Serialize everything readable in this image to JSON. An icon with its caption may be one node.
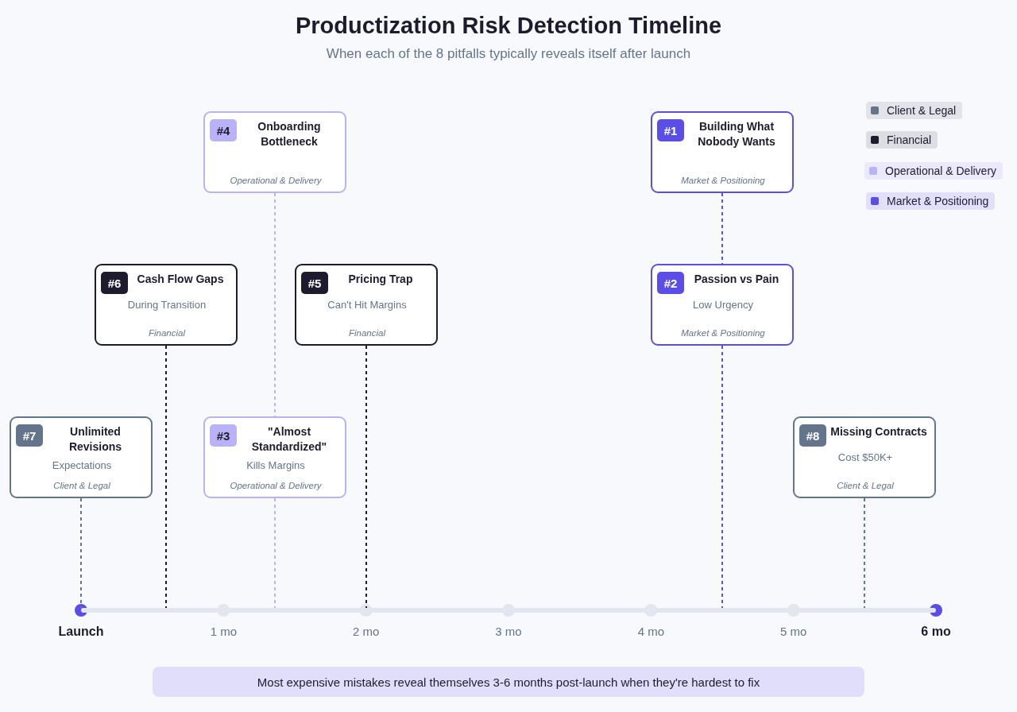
{
  "diagram": {
    "title": "Productization Risk Detection Timeline",
    "nodes": [
      {
        "text": [
          "#4",
          "Onboarding Bottleneck",
          "Operational & Delivery"
        ]
      },
      {
        "text": [
          "#1",
          "Building What Nobody Wants",
          "Market & Positioning"
        ]
      },
      {
        "text": [
          "#6",
          "Cash Flow Gaps",
          "During Transition",
          "Financial"
        ]
      },
      {
        "text": [
          "#5",
          "Pricing Trap",
          "Can't Hit Margins",
          "Financial"
        ]
      },
      {
        "text": [
          "#2",
          "Passion vs Pain",
          "Low Urgency",
          "Market & Positioning"
        ]
      },
      {
        "text": [
          "#7",
          "Unlimited Revisions",
          "Expectations",
          "Client & Legal"
        ]
      },
      {
        "text": [
          "#3",
          "\"Almost Standardized\"",
          "Kills Margins",
          "Operational & Delivery"
        ]
      },
      {
        "text": [
          "#8",
          "Missing Contracts",
          "Cost $50K+",
          "Client & Legal"
        ]
      },
      {
        "text": [],
        "shape": "bar"
      },
      {
        "text": [
          "Most expensive mistakes reveal themselves 3-6 months post-launch when they're hardest to fix"
        ]
      }
    ],
    "edges": [
      {
        "from": 0,
        "to": 6,
        "arrow": "none",
        "style": "dashed",
        "color": "#b9b2f7"
      },
      {
        "from": 6,
        "to": 8,
        "arrow": "none",
        "style": "dashed",
        "color": "#b9b2f7"
      },
      {
        "from": 1,
        "to": 4,
        "arrow": "none",
        "style": "dashed",
        "color": "#5b4ee6"
      },
      {
        "from": 4,
        "to": 8,
        "arrow": "none",
        "style": "dashed",
        "color": "#5b4ee6"
      },
      {
        "from": 2,
        "to": 8,
        "arrow": "none",
        "style": "dashed",
        "color": "#1e1b2e"
      },
      {
        "from": 3,
        "to": 8,
        "arrow": "none",
        "style": "dashed",
        "color": "#1e1b2e"
      },
      {
        "from": 5,
        "to": 8,
        "arrow": "none",
        "style": "dashed",
        "color": "#64748b"
      },
      {
        "from": 7,
        "to": 8,
        "arrow": "none",
        "style": "dashed",
        "color": "#64748b"
      }
    ],
    "labels": [
      "When each of the 8 pitfalls typically reveals itself after launch",
      "Launch",
      "1 mo",
      "2 mo",
      "3 mo",
      "4 mo",
      "5 mo",
      "6 mo"
    ],
    "legend": [
      {
        "text": "Client & Legal",
        "color": "#64748b"
      },
      {
        "text": "Financial",
        "color": "#1e1b2e"
      },
      {
        "text": "Operational & Delivery",
        "color": "#b9b2f7"
      },
      {
        "text": "Market & Positioning",
        "color": "#5b4ee6"
      }
    ]
  }
}
